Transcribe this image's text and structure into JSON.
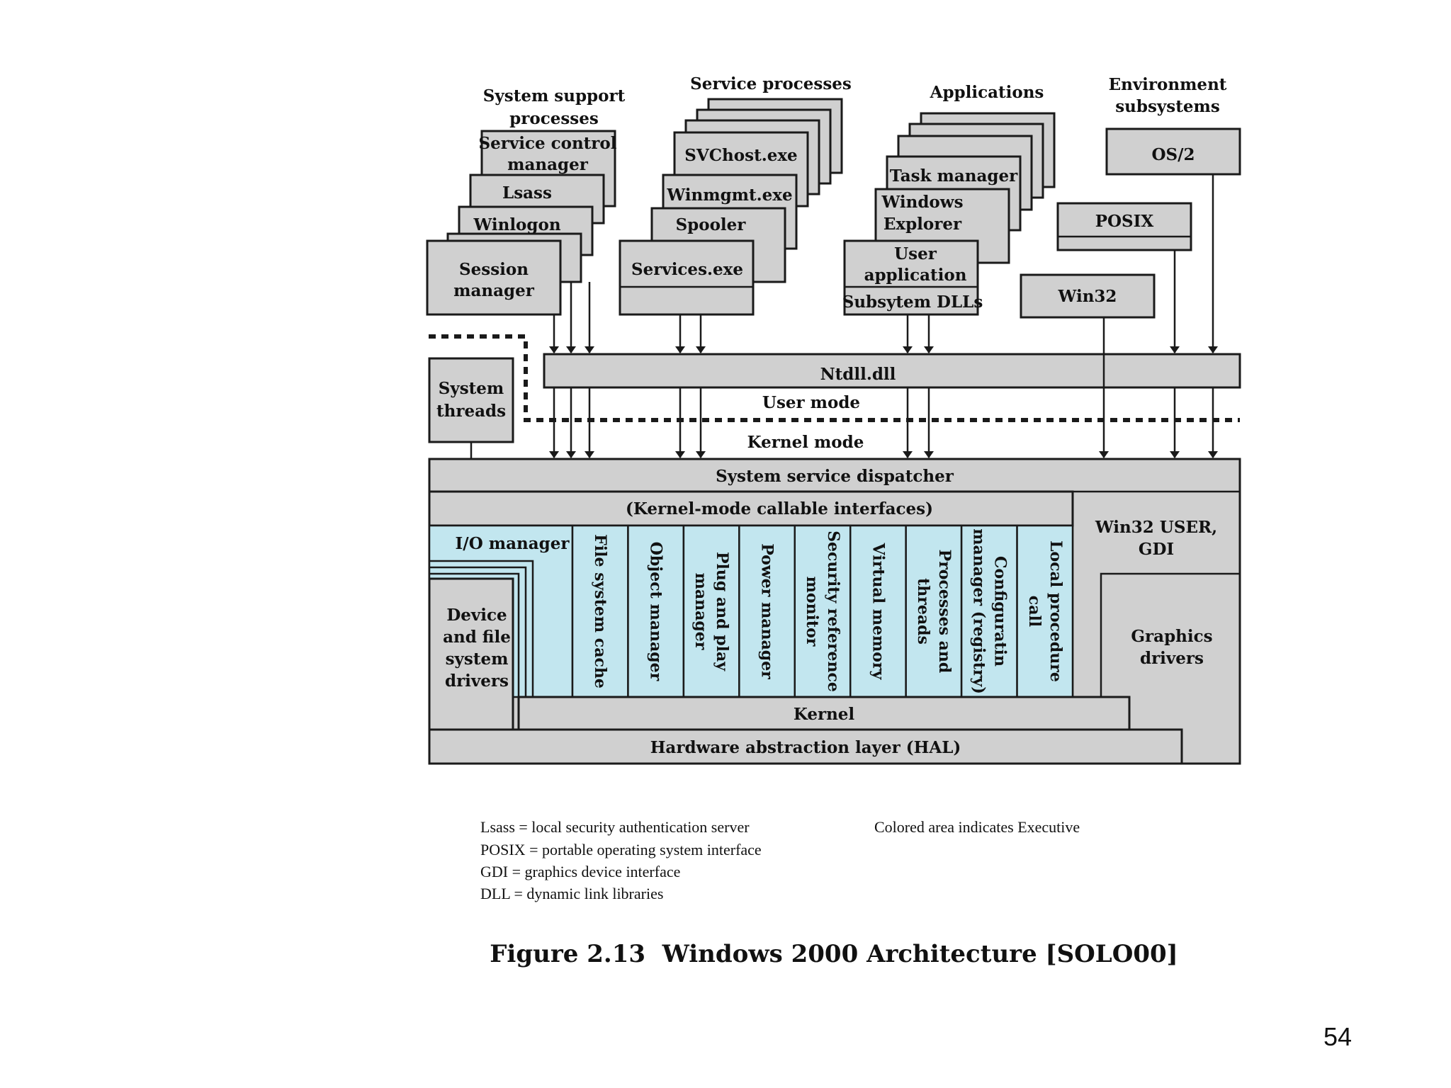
{
  "headers": {
    "system_support": [
      "System support",
      "processes"
    ],
    "service_processes": "Service processes",
    "applications": "Applications",
    "environment": [
      "Environment",
      "subsystems"
    ]
  },
  "system_support": {
    "service_control": [
      "Service control",
      "manager"
    ],
    "lsass": "Lsass",
    "winlogon": "Winlogon",
    "session_manager": [
      "Session",
      "manager"
    ]
  },
  "service_processes": {
    "svchost": "SVChost.exe",
    "winmgmt": "Winmgmt.exe",
    "spooler": "Spooler",
    "services": "Services.exe"
  },
  "applications": {
    "task_manager": "Task manager",
    "windows_explorer": [
      "Windows",
      "Explorer"
    ],
    "user_application": [
      "User",
      "application"
    ],
    "subsystem_dlls": "Subsytem DLLs"
  },
  "environment": {
    "os2": "OS/2",
    "posix": "POSIX",
    "win32": "Win32"
  },
  "ntdll": "Ntdll.dll",
  "system_threads": [
    "System",
    "threads"
  ],
  "user_mode": "User mode",
  "kernel_mode": "Kernel mode",
  "dispatcher": "System service dispatcher",
  "callable_interfaces": "(Kernel-mode callable interfaces)",
  "io_manager": "I/O manager",
  "device_drivers": [
    "Device",
    "and file",
    "system",
    "drivers"
  ],
  "executive_components": [
    [
      "File system cache"
    ],
    [
      "Object manager"
    ],
    [
      "Plug and play",
      "manager"
    ],
    [
      "Power manager"
    ],
    [
      "Security reference",
      "monitor"
    ],
    [
      "Virtual memory"
    ],
    [
      "Processes and",
      "threads"
    ],
    [
      "Configuratin",
      "manager (registry)"
    ],
    [
      "Local procedure",
      "call"
    ]
  ],
  "win32_user_gdi": [
    "Win32 USER,",
    "GDI"
  ],
  "graphics_drivers": [
    "Graphics",
    "drivers"
  ],
  "kernel": "Kernel",
  "hal": "Hardware abstraction layer (HAL)",
  "legend": {
    "lines": [
      "Lsass = local security authentication server",
      "POSIX = portable operating system interface",
      "GDI = graphics device interface",
      "DLL = dynamic link libraries"
    ],
    "colored_note": "Colored area indicates Executive"
  },
  "caption": "Figure 2.13  Windows 2000 Architecture [SOLO00]",
  "page_number": "54",
  "colors": {
    "executive": "#c2e6ef",
    "box": "#d0d0d0"
  }
}
